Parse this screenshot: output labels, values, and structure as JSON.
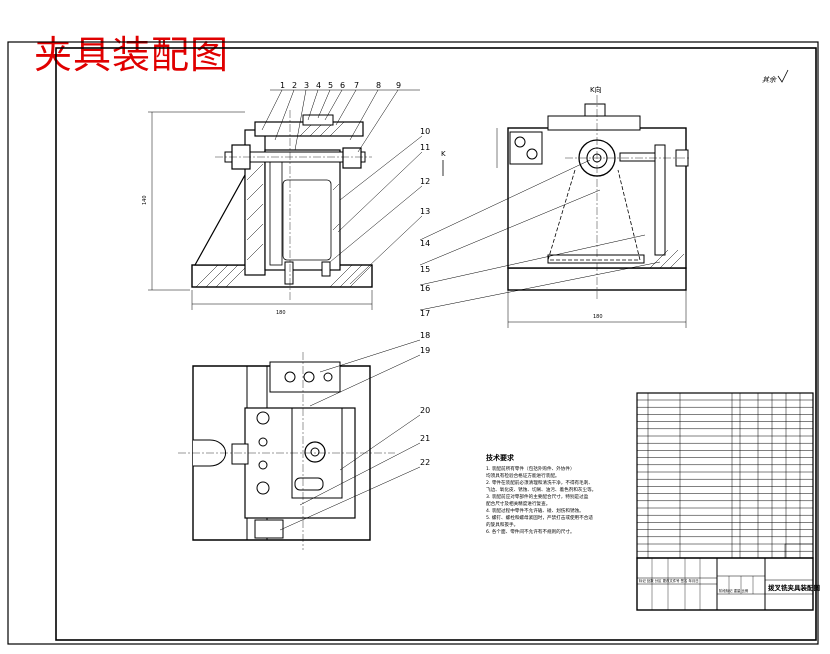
{
  "sheet_title": "夹具装配图",
  "corner_label": "其余",
  "part_numbers_front": [
    "1",
    "2",
    "3",
    "4",
    "5",
    "6",
    "7",
    "8",
    "9",
    "10",
    "11",
    "12",
    "13"
  ],
  "part_numbers_side": [
    "14",
    "15",
    "16",
    "17"
  ],
  "part_numbers_top": [
    "18",
    "19",
    "20",
    "21",
    "22"
  ],
  "view_label_k": "K向",
  "arrow_label_k": "K",
  "dim_front_height": "140",
  "dim_front_width": "180",
  "dim_side_width": "180",
  "tech_title": "技术要求",
  "tech_lines": [
    "1. 装配前所有零件（包括外购件、外协件）",
    "均须具有检验合格证方能进行装配。",
    "2. 零件在装配前必须清理和清洗干净，不得有毛刺、",
    "飞边、氧化皮、锈蚀、切屑、油污、着色剂和灰尘等。",
    "3. 装配前应对零部件的主要配合尺寸，特别是过盈",
    "配合尺寸及相关精度进行复查。",
    "4. 装配过程中零件不允许磕、碰、划伤和锈蚀。",
    "5. 螺钉、螺栓和螺母紧固时，严禁打击或使用不合适",
    "的旋具和扳手。",
    "6. 各个面、零件间不允许有不规则的尺寸。"
  ],
  "title_block_name": "拨叉铣夹具装配图",
  "title_block_left": "标记 处数 分区 更改文件号 签名 年月日",
  "title_block_stage": "阶段标记 重量 比例"
}
